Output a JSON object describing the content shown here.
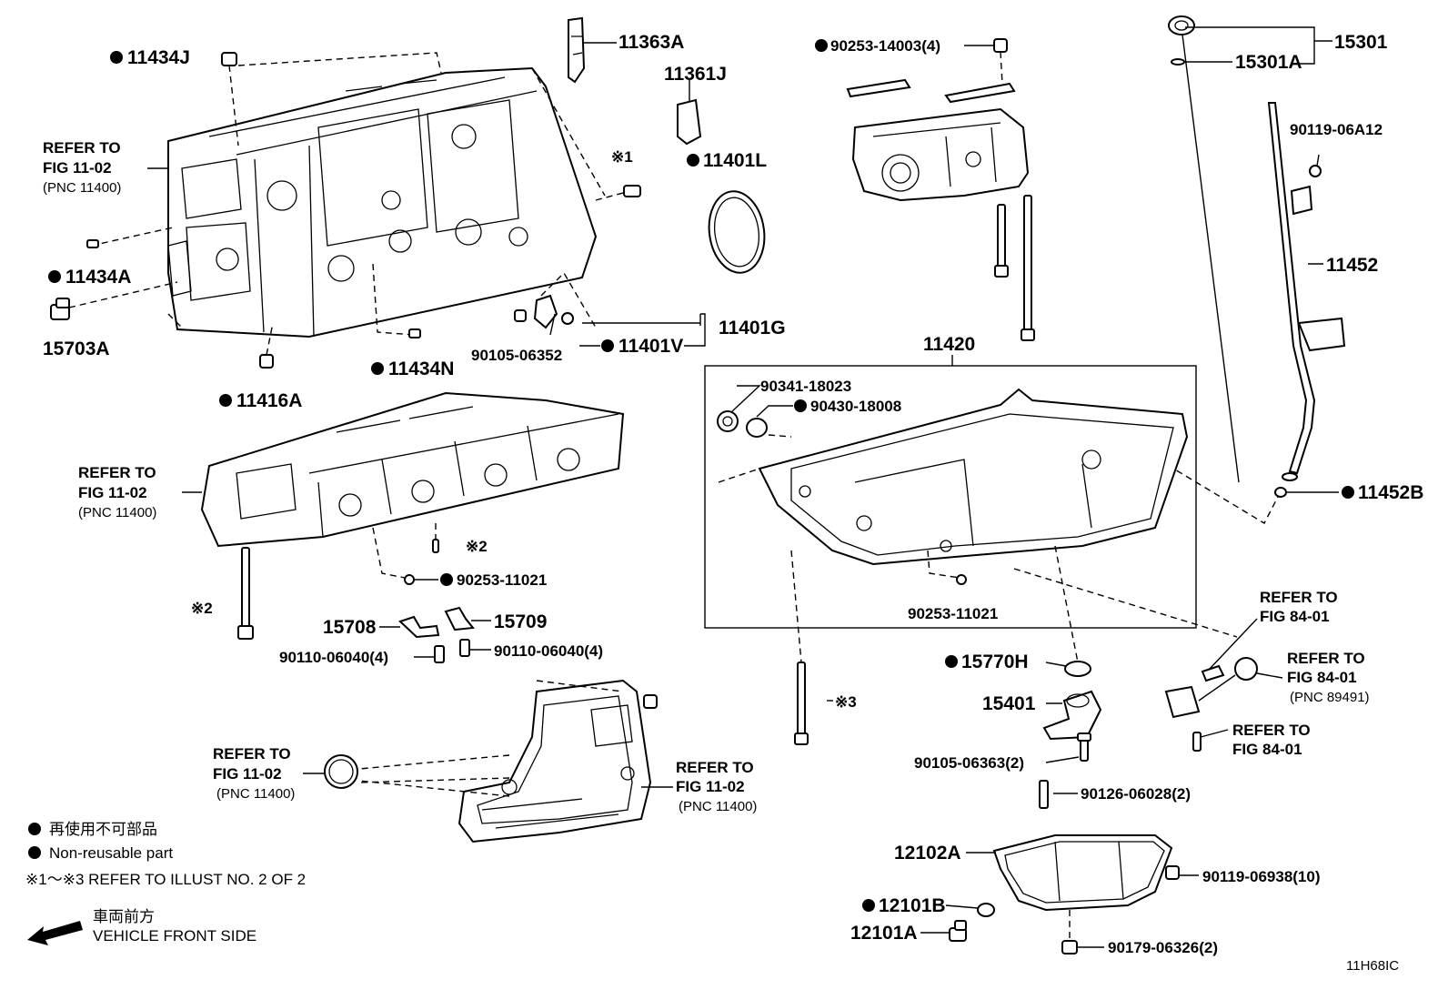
{
  "diagram": {
    "code": "11H68IC",
    "parts": {
      "p11434J": "11434J",
      "p11363A": "11363A",
      "p11361J": "11361J",
      "p11401L": "11401L",
      "p90253_14003": "90253-14003(4)",
      "p15301": "15301",
      "p15301A": "15301A",
      "p90119_06A12": "90119-06A12",
      "p11452": "11452",
      "p11452B": "11452B",
      "p11434A": "11434A",
      "p15703A": "15703A",
      "p11434N": "11434N",
      "p11416A": "11416A",
      "p90105_06352": "90105-06352",
      "p11401V": "11401V",
      "p11401G": "11401G",
      "p11420": "11420",
      "p90341_18023": "90341-18023",
      "p90430_18008": "90430-18008",
      "p90253_11021_a": "90253-11021",
      "p90253_11021_b": "90253-11021",
      "p15708": "15708",
      "p15709": "15709",
      "p90110_a": "90110-06040(4)",
      "p90110_b": "90110-06040(4)",
      "p15770H": "15770H",
      "p15401": "15401",
      "p90105_06363": "90105-06363(2)",
      "p90126_06028": "90126-06028(2)",
      "p12102A": "12102A",
      "p90119_06938": "90119-06938(10)",
      "p12101B": "12101B",
      "p12101A": "12101A",
      "p90179_06326": "90179-06326(2)"
    },
    "refs": {
      "block": {
        "l1": "REFER TO",
        "l2": "FIG 11-02",
        "l3": "(PNC 11400)"
      },
      "head": {
        "l1": "REFER TO",
        "l2": "FIG 11-02",
        "l3": "(PNC 11400)"
      },
      "cover_left": {
        "l1": "REFER TO",
        "l2": "FIG 11-02",
        "l3": "(PNC 11400)"
      },
      "cover_right": {
        "l1": "REFER TO",
        "l2": "FIG 11-02",
        "l3": "(PNC 11400)"
      },
      "sensor_top": {
        "l1": "REFER TO",
        "l2": "FIG 84-01"
      },
      "sensor_mid": {
        "l1": "REFER TO",
        "l2": "FIG 84-01",
        "l3": "(PNC 89491)"
      },
      "sensor_bot": {
        "l1": "REFER TO",
        "l2": "FIG 84-01"
      }
    },
    "marks": {
      "m1": "※1",
      "m2a": "※2",
      "m2b": "※2",
      "m3": "※3"
    },
    "legend": {
      "jp": "再使用不可部品",
      "en": "Non-reusable part",
      "note": "※1～※3  REFER TO ILLUST NO. 2 OF 2",
      "dir_jp": "車両前方",
      "dir_en": "VEHICLE FRONT SIDE"
    }
  }
}
